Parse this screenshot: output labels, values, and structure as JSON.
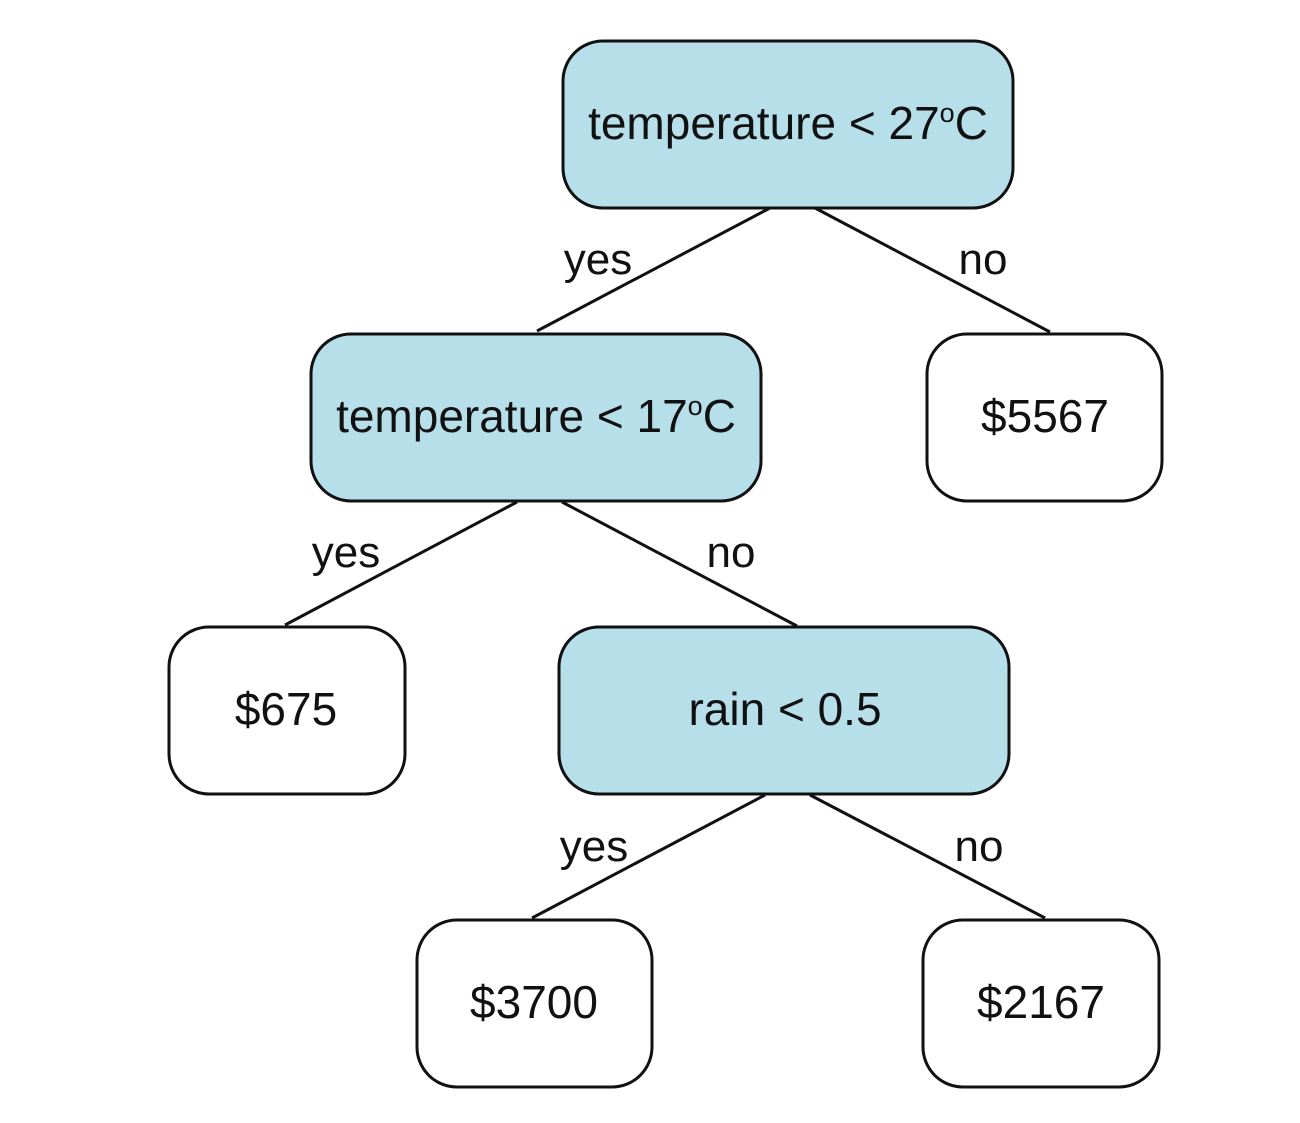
{
  "tree": {
    "colors": {
      "decision_fill": "#b7dfea",
      "leaf_fill": "#ffffff",
      "stroke": "#111111"
    },
    "root": {
      "label_main": "temperature < 27",
      "label_sup": "o",
      "label_end": "C"
    },
    "node_temp17": {
      "label_main": "temperature < 17",
      "label_sup": "o",
      "label_end": "C"
    },
    "node_rain": {
      "label": "rain < 0.5"
    },
    "leaf_5567": {
      "label": "$5567"
    },
    "leaf_675": {
      "label": "$675"
    },
    "leaf_3700": {
      "label": "$3700"
    },
    "leaf_2167": {
      "label": "$2167"
    },
    "edges": {
      "root_yes": "yes",
      "root_no": "no",
      "temp17_yes": "yes",
      "temp17_no": "no",
      "rain_yes": "yes",
      "rain_no": "no"
    }
  }
}
